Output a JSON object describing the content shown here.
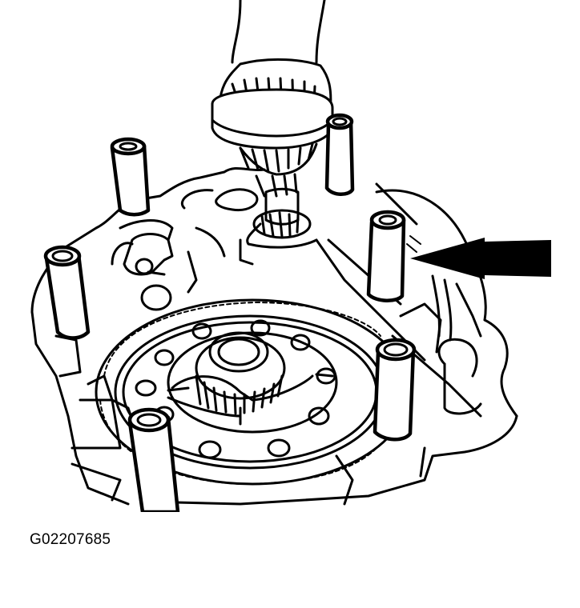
{
  "figure": {
    "id_label": "G02207685",
    "subject": "transmission-housing-with-guide-posts",
    "callout": {
      "type": "arrow",
      "direction": "left",
      "icon": "arrow-left-icon",
      "color": "#000000"
    },
    "line_color": "#000000",
    "background_color": "#ffffff"
  }
}
